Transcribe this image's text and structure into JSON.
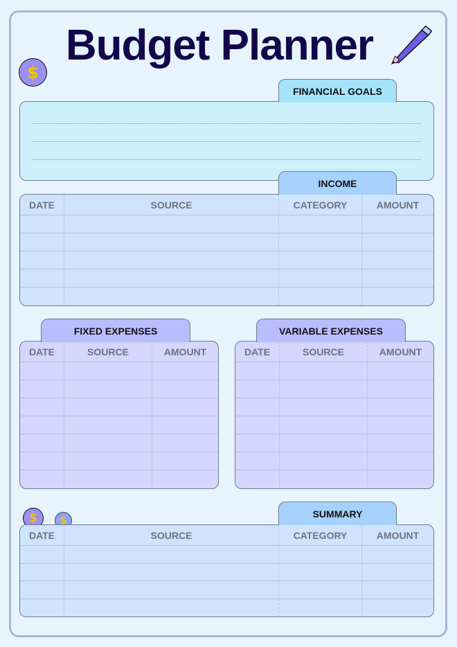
{
  "title": "Budget Planner",
  "icons": {
    "coin": "$",
    "pencil": "pencil-icon"
  },
  "colors": {
    "title": "#13074b",
    "goals": "#cdf0fd",
    "income": "#cfe3fd",
    "expenses": "#d5d5fd",
    "coin": "#9b8ff0",
    "dollar": "#f5c400"
  },
  "financial_goals": {
    "label": "FINANCIAL GOALS"
  },
  "income": {
    "label": "INCOME",
    "columns": [
      "DATE",
      "SOURCE",
      "CATEGORY",
      "AMOUNT"
    ]
  },
  "fixed_expenses": {
    "label": "FIXED EXPENSES",
    "columns": [
      "DATE",
      "SOURCE",
      "AMOUNT"
    ]
  },
  "variable_expenses": {
    "label": "VARIABLE EXPENSES",
    "columns": [
      "DATE",
      "SOURCE",
      "AMOUNT"
    ]
  },
  "summary": {
    "label": "SUMMARY",
    "columns": [
      "DATE",
      "SOURCE",
      "CATEGORY",
      "AMOUNT"
    ]
  }
}
